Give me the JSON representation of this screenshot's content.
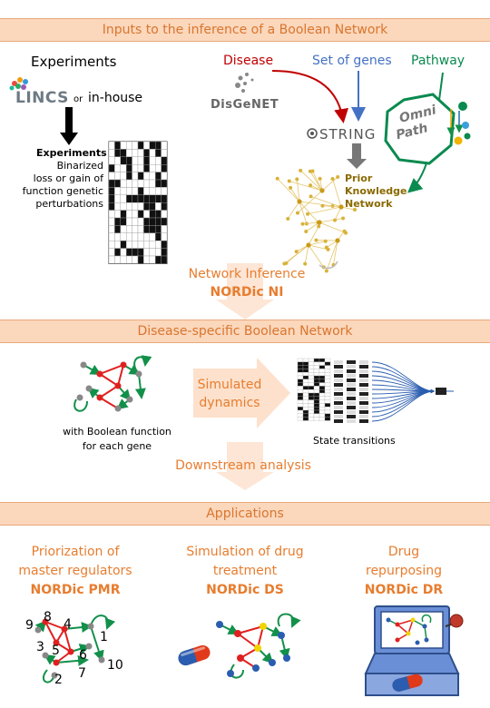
{
  "sections": {
    "inputs": "Inputs to the inference of a Boolean Network",
    "disease_network": "Disease-specific Boolean Network",
    "applications": "Applications"
  },
  "inputs": {
    "experiments_heading": "Experiments",
    "lincs_logo": "LINCS",
    "or": "or",
    "in_house": "in-house",
    "experiments_bold": "Experiments",
    "experiments_desc": [
      "Binarized",
      "loss or gain of",
      "function genetic",
      "perturbations"
    ],
    "disease": "Disease",
    "set_of_genes": "Set of genes",
    "pathway": "Pathway",
    "disgenet_logo": "DisGeNET",
    "string_logo": "STRING",
    "omnipath_logo": [
      "Omni",
      "Path"
    ],
    "pkn_label": [
      "Prior",
      "Knowledge",
      "Network"
    ]
  },
  "inference": {
    "title": "Network Inference",
    "tool": "NORDic NI"
  },
  "boolean_network": {
    "caption": [
      "with Boolean function",
      "for each gene"
    ],
    "simulated": [
      "Simulated",
      "dynamics"
    ],
    "state_transitions": "State transitions",
    "downstream": "Downstream analysis"
  },
  "applications": {
    "pmr": {
      "title": [
        "Priorization of",
        "master regulators"
      ],
      "tool": "NORDic PMR"
    },
    "ds": {
      "title": [
        "Simulation of drug",
        "treatment"
      ],
      "tool": "NORDic DS"
    },
    "dr": {
      "title": [
        "Drug",
        "repurposing"
      ],
      "tool": "NORDic DR"
    },
    "node_labels": [
      "9",
      "8",
      "4",
      "1",
      "3",
      "5",
      "6",
      "7",
      "10",
      "2"
    ]
  },
  "colors": {
    "band_fill": "#fbd7bc",
    "band_text": "#d9762e",
    "tool_orange": "#e77d2f",
    "disease_red": "#c00000",
    "genes_blue": "#4472c4",
    "pathway_green": "#0a8a4f",
    "edge_red": "#e02020",
    "edge_green": "#12904a"
  }
}
